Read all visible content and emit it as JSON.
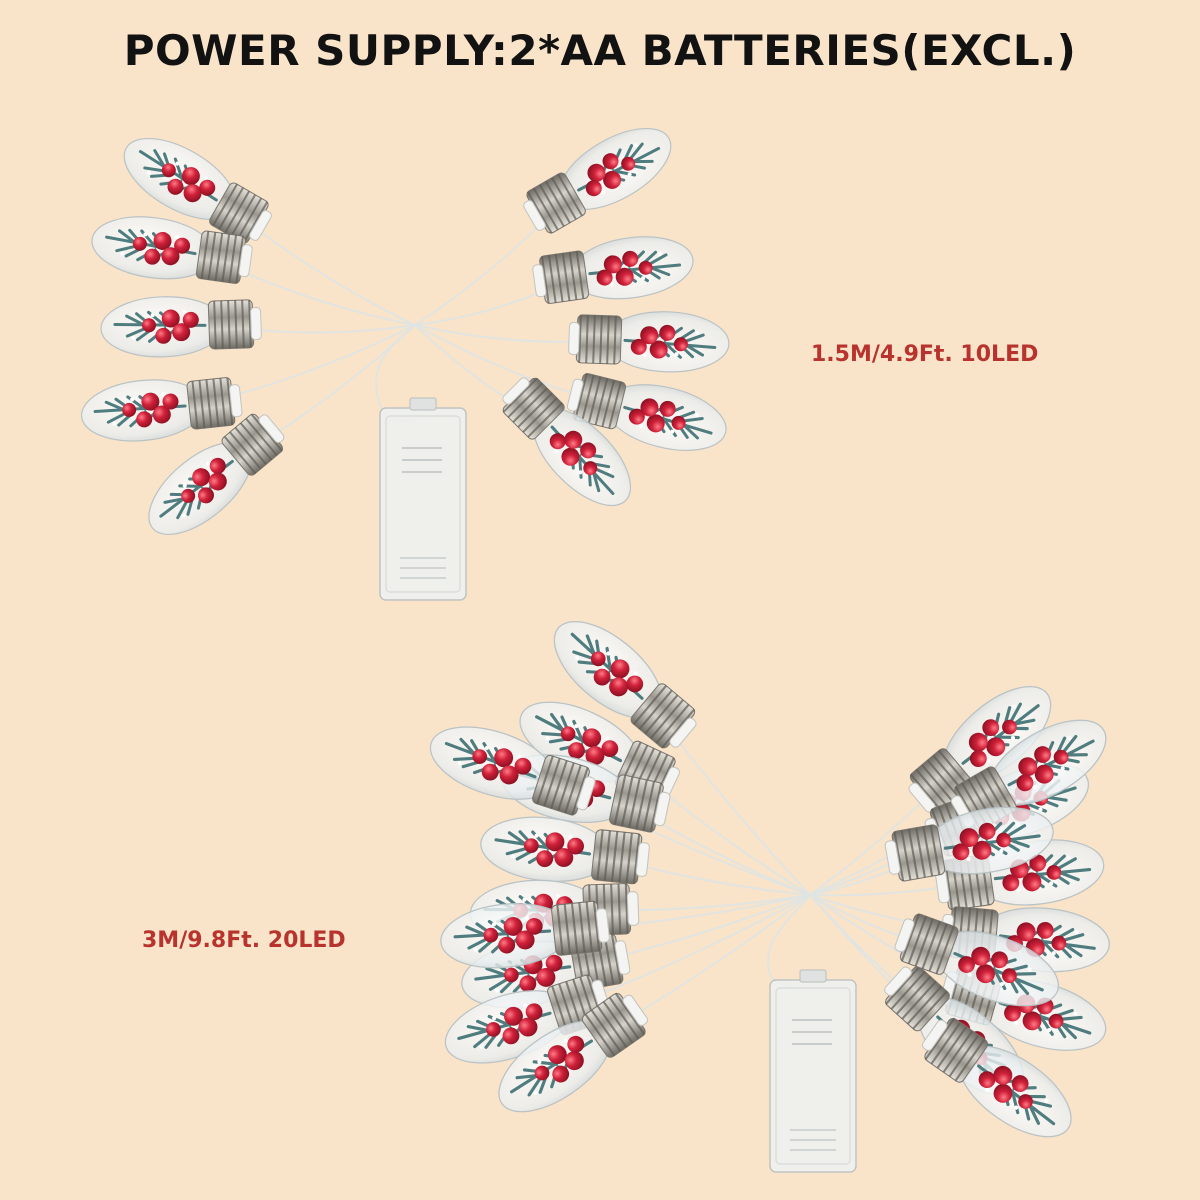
{
  "headline": "POWER SUPPLY:2*AA BATTERIES(EXCL.)",
  "variants": [
    {
      "size_label": "1.5M/4.9Ft. 10LED"
    },
    {
      "size_label": "3M/9.8Ft. 20LED"
    }
  ],
  "colors": {
    "background": "#f9e4c9",
    "headline_text": "#121212",
    "label_text": "#b8332d",
    "berry": "#c51f35",
    "pine": "#4f7d7f",
    "metal_base": "#b9b6ae"
  }
}
